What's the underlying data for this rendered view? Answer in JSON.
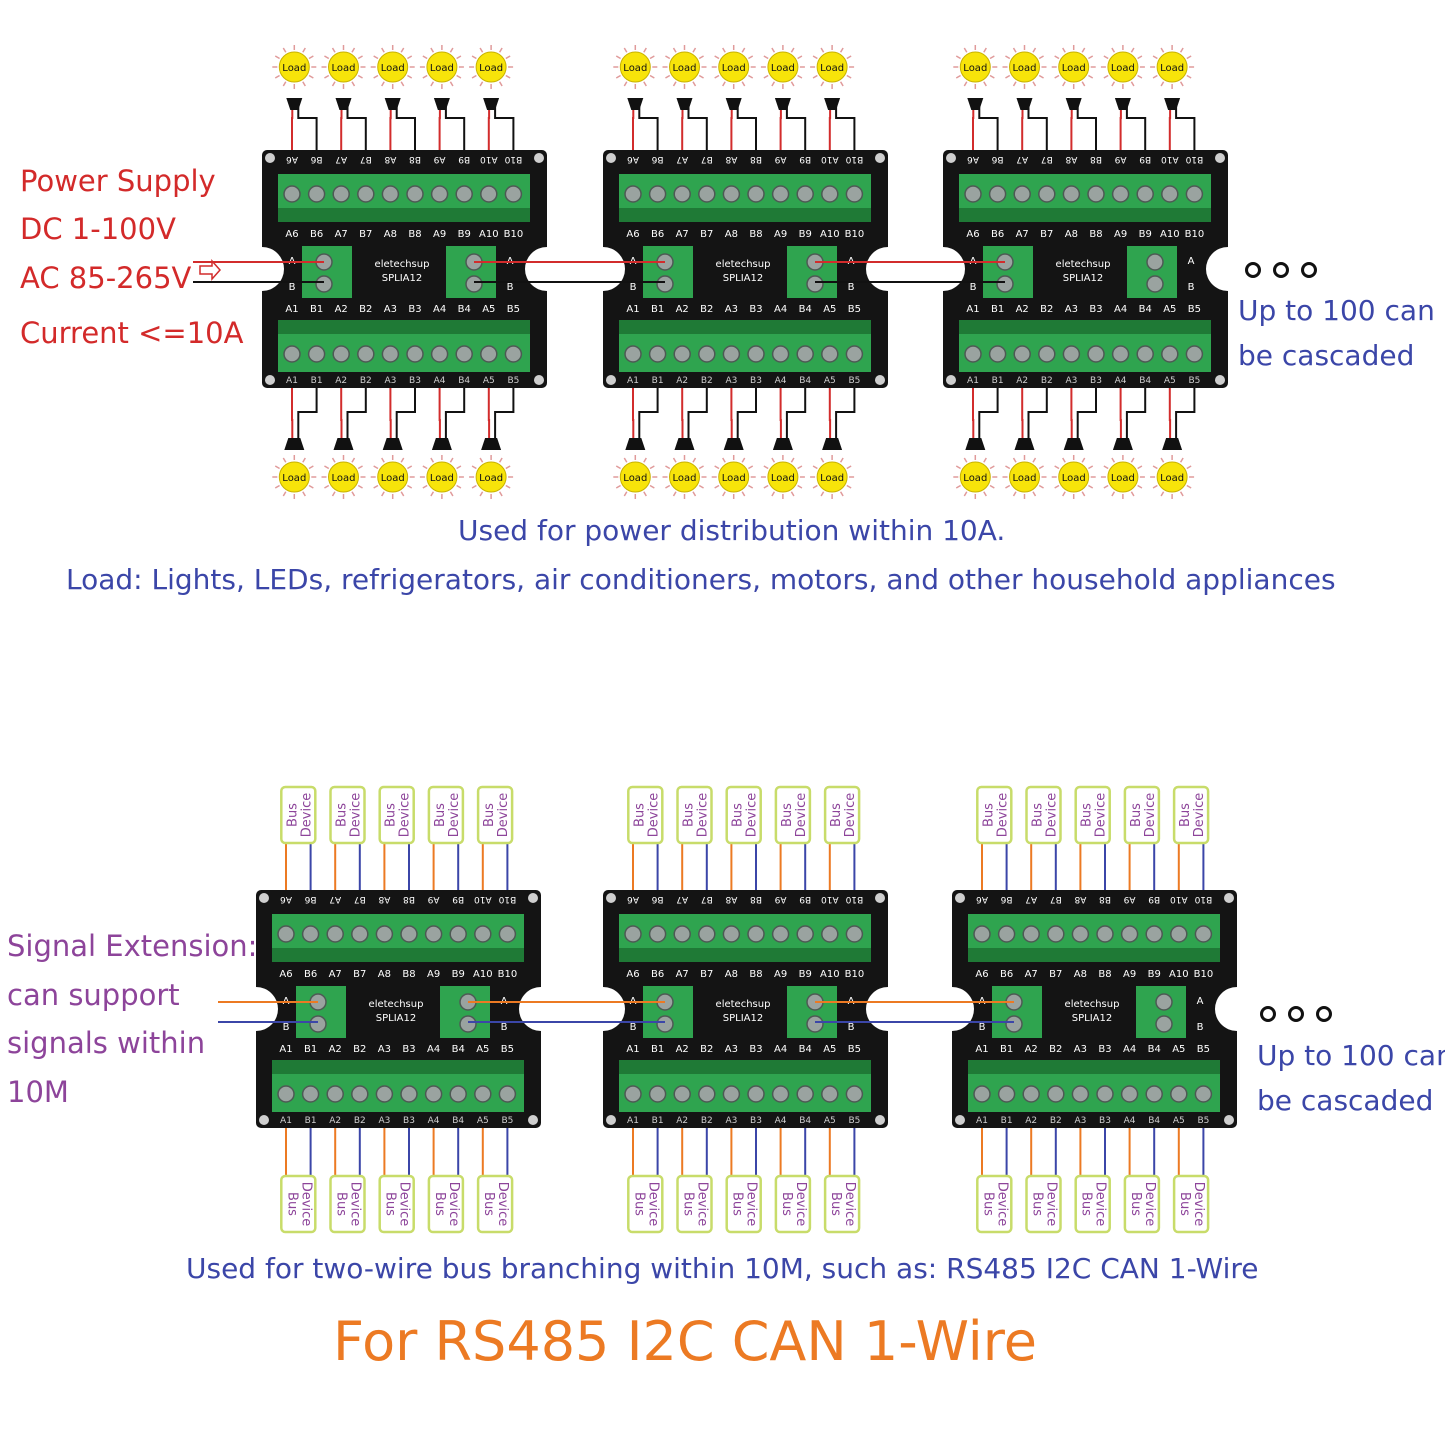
{
  "section1": {
    "supply": {
      "line1": "Power Supply",
      "line2": "DC 1-100V",
      "line3": "AC 85-265V",
      "line4": "Current <=10A"
    },
    "cascade": {
      "line1": "Up to 100 can",
      "line2": "be cascaded"
    },
    "caption1": "Used for power distribution within 10A.",
    "caption2": "Load: Lights, LEDs, refrigerators, air conditioners, motors, and other household appliances"
  },
  "section2": {
    "signal": {
      "line1": "Signal Extension:",
      "line2": "can support",
      "line3": "signals within",
      "line4": "10M"
    },
    "cascade": {
      "line1": "Up to 100 can",
      "line2": "be cascaded"
    },
    "caption": "Used for two-wire bus branching within 10M, such as: RS485 I2C CAN 1-Wire"
  },
  "headline": "For RS485 I2C CAN 1-Wire",
  "board": {
    "brand": "eletechsup",
    "model": "SPLIA12",
    "top_labels": [
      "A6",
      "B6",
      "A7",
      "B7",
      "A8",
      "B8",
      "A9",
      "B9",
      "A10",
      "B10"
    ],
    "bottom_labels": [
      "A1",
      "B1",
      "A2",
      "B2",
      "A3",
      "B3",
      "A4",
      "B4",
      "A5",
      "B5"
    ],
    "side_a": "A",
    "side_b": "B"
  },
  "load_label": "Load",
  "bus_device_label": {
    "line1": "Bus",
    "line2": "Device"
  },
  "colors": {
    "board": "#141414",
    "terminal": "#2fa44f",
    "terminal_dark": "#1f7a36",
    "wire_red": "#d22c2c",
    "wire_black": "#111111",
    "wire_orange": "#ec7a23",
    "wire_blue": "#3b46a8",
    "bulb": "#f7e40a",
    "device_border": "#c8dc6a",
    "device_text": "#8d449a"
  }
}
